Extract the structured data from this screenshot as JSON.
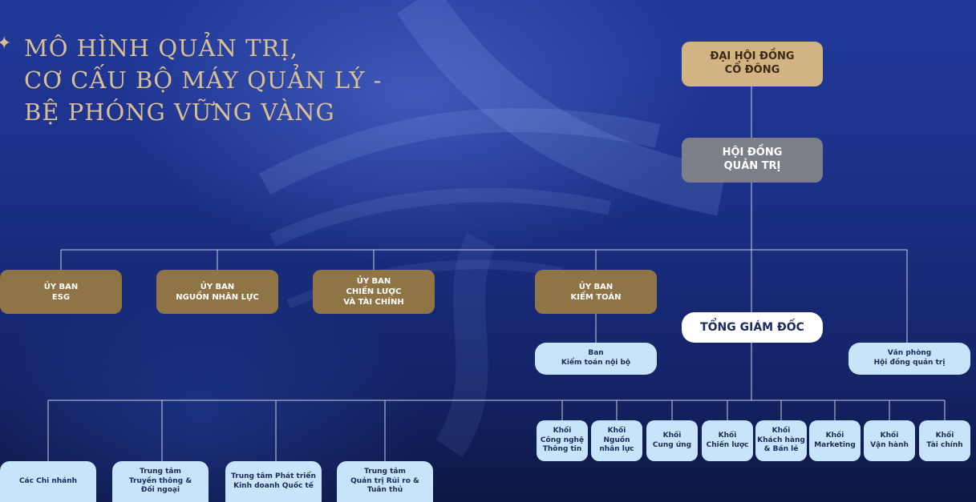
{
  "title": {
    "line1": "MÔ HÌNH QUẢN TRỊ,",
    "line2": "CƠ CẤU BỘ MÁY QUẢN LÝ -",
    "line3": "BỆ PHÓNG VỮNG VÀNG"
  },
  "top": {
    "shareholders": "ĐẠI HỘI ĐỒNG\nCỔ ĐÔNG",
    "board": "HỘI ĐỒNG\nQUẢN TRỊ",
    "ceo": "TỔNG GIÁM ĐỐC"
  },
  "committees": {
    "esg": "ỦY BAN\nESG",
    "hr": "ỦY BAN\nNGUỒN NHÂN LỰC",
    "strategy": "ỦY BAN\nCHIẾN LƯỢC\nVÀ TÀI CHÍNH",
    "audit": "ỦY BAN\nKIỂM TOÁN"
  },
  "support": {
    "internal_audit": "Ban\nKiểm toán nội bộ",
    "board_office": "Văn phòng\nHội đồng quản trị"
  },
  "centers": {
    "branches": "Các Chi nhánh",
    "comms": "Trung tâm\nTruyền thông &\nĐối ngoại",
    "intl": "Trung tâm Phát triển\nKinh doanh Quốc tế",
    "risk": "Trung tâm\nQuản trị Rủi ro &\nTuân thủ"
  },
  "blocks": {
    "it": "Khối\nCông nghệ\nThông tin",
    "hr": "Khối\nNguồn\nnhân lực",
    "supply": "Khối\nCung ứng",
    "strategy": "Khối\nChiến lược",
    "retail": "Khối\nKhách hàng\n& Bán lẻ",
    "marketing": "Khối\nMarketing",
    "operations": "Khối\nVận hành",
    "finance": "Khối\nTài chính"
  },
  "colors": {
    "background": "#1b2f86",
    "title": "#d9bf92",
    "gold_top": "#d2b484",
    "board_grey": "#7c7f87",
    "committee_gold": "#8f7446",
    "light_blue": "#c8e4fb",
    "connector": "#c9cde0"
  },
  "icons": {
    "title_mark": "sparkle-star-icon"
  }
}
